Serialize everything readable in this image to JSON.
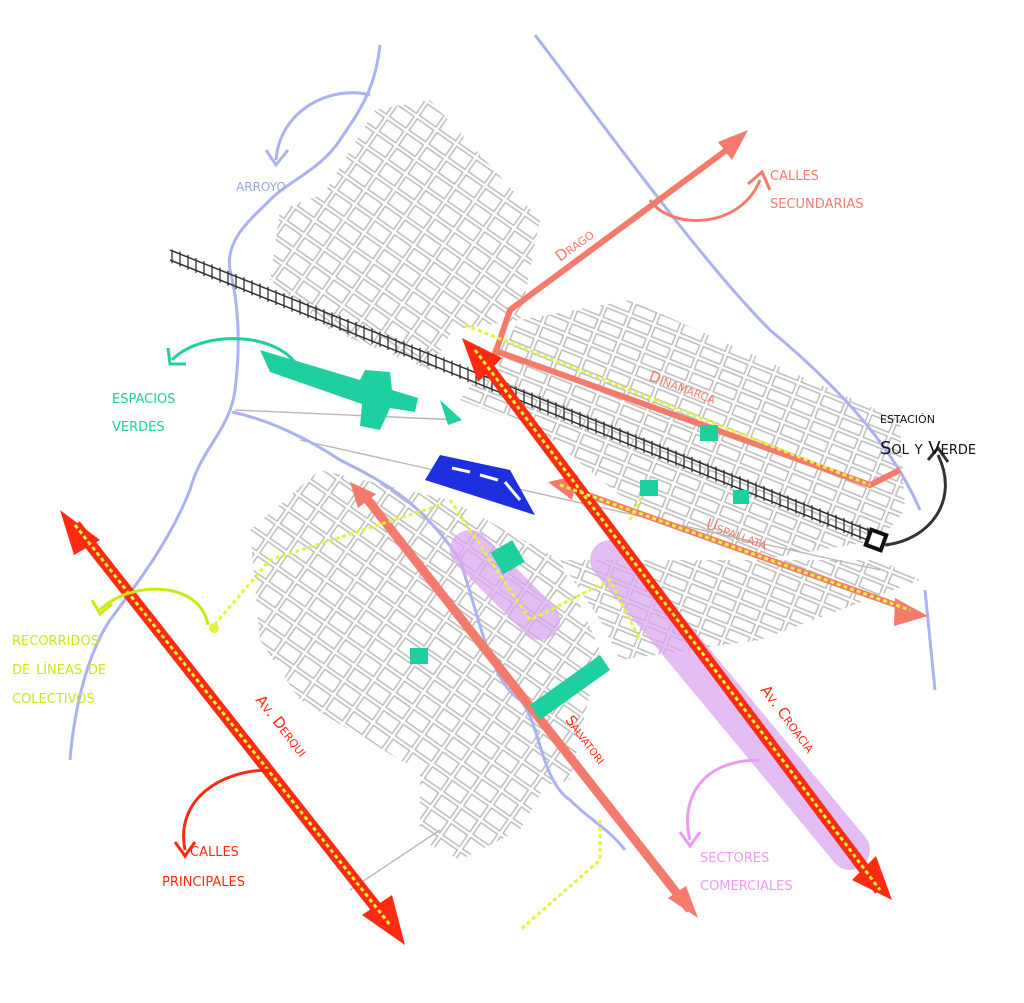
{
  "legend": {
    "arroyo": "arroyo",
    "calles_secundarias": [
      "calles",
      "secundarias"
    ],
    "espacios_verdes": [
      "espacios",
      "verdes"
    ],
    "estacion": [
      "estación",
      "Sol y Verde"
    ],
    "recorridos": [
      "recorridos",
      "de líneas de",
      "colectivos"
    ],
    "calles_principales": [
      "calles",
      "principales"
    ],
    "sectores_comerciales": [
      "sectores",
      "comerciales"
    ]
  },
  "streets": {
    "drago": "Drago",
    "dinamarca": "Dinamarca",
    "uspallata": "Uspallata",
    "av_croacia": "Av. Croacia",
    "salvatori": "Salvatori",
    "av_derqui": "Av. Derqui"
  },
  "colors": {
    "main_street": "#ff2a12",
    "secondary_street": "#f47b6b",
    "green_space": "#1ecfa0",
    "bus_route": "#e3f53a",
    "stream": "#aab2f0",
    "commercial": "#d9a7f0",
    "station_blue": "#1e2fe0",
    "rail": "#333333",
    "street_grid": "#b8b8b8"
  }
}
